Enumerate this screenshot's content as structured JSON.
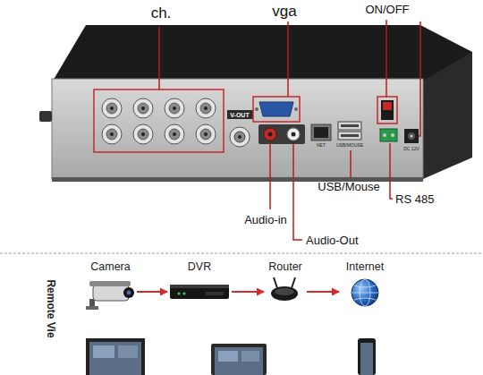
{
  "diagram": {
    "nodes": [
      {
        "text": [
          "Camera"
        ]
      },
      {
        "text": [
          "DVR"
        ]
      },
      {
        "text": [
          "Router"
        ]
      },
      {
        "text": [
          "Internet"
        ]
      }
    ],
    "edges": [
      {
        "from": 0,
        "to": 1,
        "arrow": "to"
      },
      {
        "from": 1,
        "to": 2,
        "arrow": "to"
      },
      {
        "from": 2,
        "to": 3,
        "arrow": "to"
      }
    ],
    "labels": [
      "ch.",
      "vga",
      "ON/OFF",
      "V-OUT",
      "NET",
      "USB/MOUSE",
      "DC 12V",
      "Audio-in",
      "Audio-Out",
      "USB/Mouse",
      "RS 485",
      "Remote Vie"
    ]
  }
}
